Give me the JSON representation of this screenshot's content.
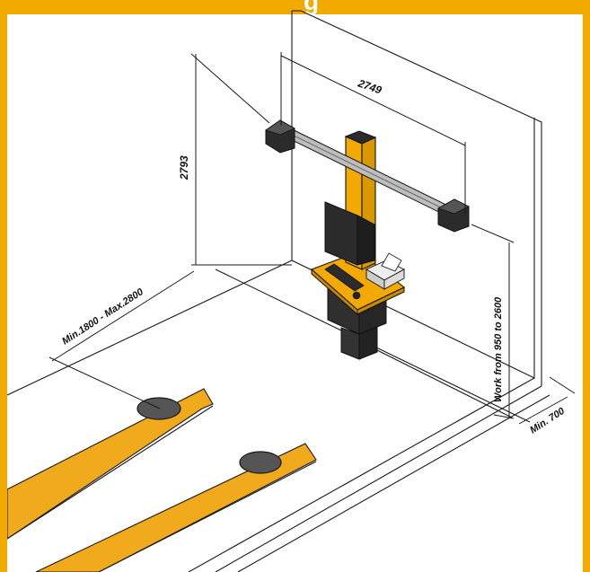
{
  "header": {
    "title_fragment": "g"
  },
  "dimensions": {
    "width": "2749",
    "height": "2793",
    "distance_range": "Min.1800 - Max.2800",
    "work_range": "Work from 950 to 2600",
    "min_wall": "Min. 700"
  },
  "colors": {
    "frame": "#f2a900",
    "machine_yellow": "#f2a900",
    "ramp_yellow": "#f0aa1c",
    "dark": "#2b2b2b",
    "line": "#1a1a1a"
  }
}
